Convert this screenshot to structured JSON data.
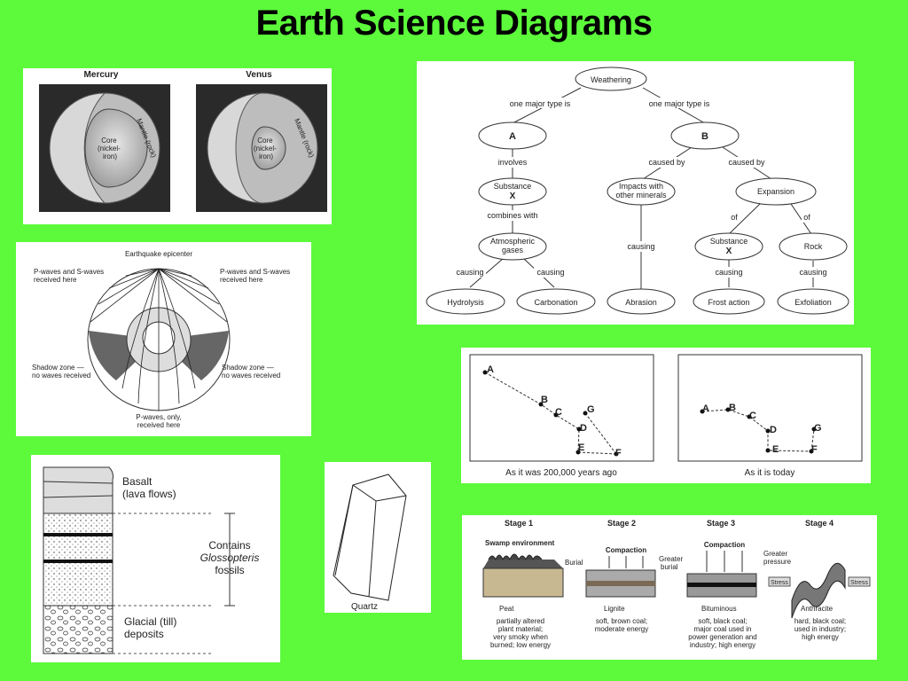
{
  "title": "Earth Science Diagrams",
  "planets": {
    "mercury": {
      "name": "Mercury",
      "core_lines": [
        "Core",
        "(nickel-",
        "iron)"
      ],
      "mantle": "Mantle (rock)"
    },
    "venus": {
      "name": "Venus",
      "core_lines": [
        "Core",
        "(nickel-",
        "iron)"
      ],
      "mantle": "Mantle (rock)"
    }
  },
  "weathering": {
    "root": "Weathering",
    "edge_left": "one major type is",
    "edge_right": "one major type is",
    "a": "A",
    "b": "B",
    "involves": "involves",
    "substance_x": "Substance",
    "x_mark": "X",
    "combines_with": "combines with",
    "atmospheric": [
      "Atmospheric",
      "gases"
    ],
    "caused_by_1": "caused by",
    "caused_by_2": "caused by",
    "impacts": [
      "Impacts with",
      "other minerals"
    ],
    "expansion": "Expansion",
    "of_1": "of",
    "of_2": "of",
    "substance_x2": "Substance",
    "x_mark2": "X",
    "rock": "Rock",
    "causing": "causing",
    "leaves": [
      "Hydrolysis",
      "Carbonation",
      "Abrasion",
      "Frost action",
      "Exfoliation"
    ]
  },
  "earthquake": {
    "epicenter": "Earthquake epicenter",
    "left_received": [
      "P-waves and S-waves",
      "received here"
    ],
    "right_received": [
      "P-waves and S-waves",
      "received here"
    ],
    "left_shadow": [
      "Shadow zone —",
      "no waves received"
    ],
    "right_shadow": [
      "Shadow zone —",
      "no waves received"
    ],
    "p_only": [
      "P-waves, only,",
      "received here"
    ]
  },
  "plates": {
    "past_caption": "As it was 200,000 years ago",
    "today_caption": "As it is today",
    "points": [
      "A",
      "B",
      "C",
      "D",
      "E",
      "F",
      "G"
    ]
  },
  "strata": {
    "basalt": [
      "Basalt",
      "(lava flows)"
    ],
    "contains": [
      "Contains",
      "Glossopteris",
      "fossils"
    ],
    "glacial": [
      "Glacial (till)",
      "deposits"
    ]
  },
  "quartz": {
    "label": "Quartz"
  },
  "coal": {
    "stages": [
      "Stage 1",
      "Stage 2",
      "Stage 3",
      "Stage 4"
    ],
    "swamp": "Swamp environment",
    "compaction_1": "Compaction",
    "compaction_2": "Compaction",
    "burial": "Burial",
    "greater_burial": [
      "Greater",
      "burial"
    ],
    "greater_pressure": [
      "Greater",
      "pressure"
    ],
    "stress": "Stress",
    "peat": "Peat",
    "lignite": "Lignite",
    "bituminous": "Bituminous",
    "anthracite": "Anthracite",
    "desc_1": [
      "partially altered",
      "plant material;",
      "very smoky when",
      "burned; low energy"
    ],
    "desc_2": [
      "soft, brown coal;",
      "moderate energy"
    ],
    "desc_3": [
      "soft, black coal;",
      "major coal used in",
      "power generation and",
      "industry; high energy"
    ],
    "desc_4": [
      "hard, black coal;",
      "used in industry;",
      "high energy"
    ]
  }
}
